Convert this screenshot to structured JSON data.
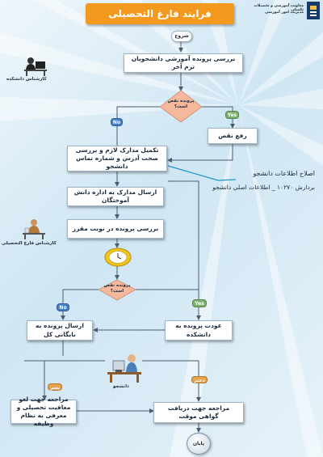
{
  "header": {
    "title": "فرایند فارغ التحصیلی",
    "org_line1": "معاونت آموزشی و تحصیلات تکمیلی",
    "org_line2": "مدیریت امور آموزشی"
  },
  "nodes": {
    "start": "شروع",
    "review_records": "بررسی پرونده آموزشی دانشجویان ترم آخر",
    "decision1": "پرونده نقص است؟",
    "fix_defect": "رفع نقص",
    "complete_docs": "تکمیل مدارک لازم و بررسی صحت آدرس و شماره تماس دانشجو",
    "send_docs": "ارسال مدارک به اداره دانش آموختگان",
    "review_in_turn": "بررسی پرونده در نوبت مقرر",
    "decision2": "پرونده نقص است؟",
    "send_archive": "ارسال پرونده به بایگانی کل",
    "return_faculty": "عودت پرونده به دانشکده",
    "refer_exemption": "مراجعه جهت لغو معافیت تحصیلی و معرفی به نظام وظیفه",
    "refer_certificate": "مراجعه جهت دریافت گواهی موقت",
    "end": "پایان"
  },
  "edges": {
    "no": "No",
    "yes": "Yes",
    "son": "پسر",
    "daughter": "دختر"
  },
  "actors": {
    "faculty_expert": "کارشناس دانشکده",
    "graduation_expert": "کارشناس فارغ التحصیلی",
    "student": "دانشجو"
  },
  "note": {
    "line1": "اصلاح اطلاعات دانشجو",
    "line2": "بردارش ۱۰۲۷۰ _ اطلاعات اصلی دانشجو"
  },
  "colors": {
    "title_bar": "#f39a1e",
    "no_pill": "#3f7fc8",
    "yes_pill": "#7ab06a",
    "branch_pill": "#e8a24a",
    "diamond": "#f6b89c",
    "arrow": "#4a5d73",
    "note_line": "#1f94c8"
  }
}
